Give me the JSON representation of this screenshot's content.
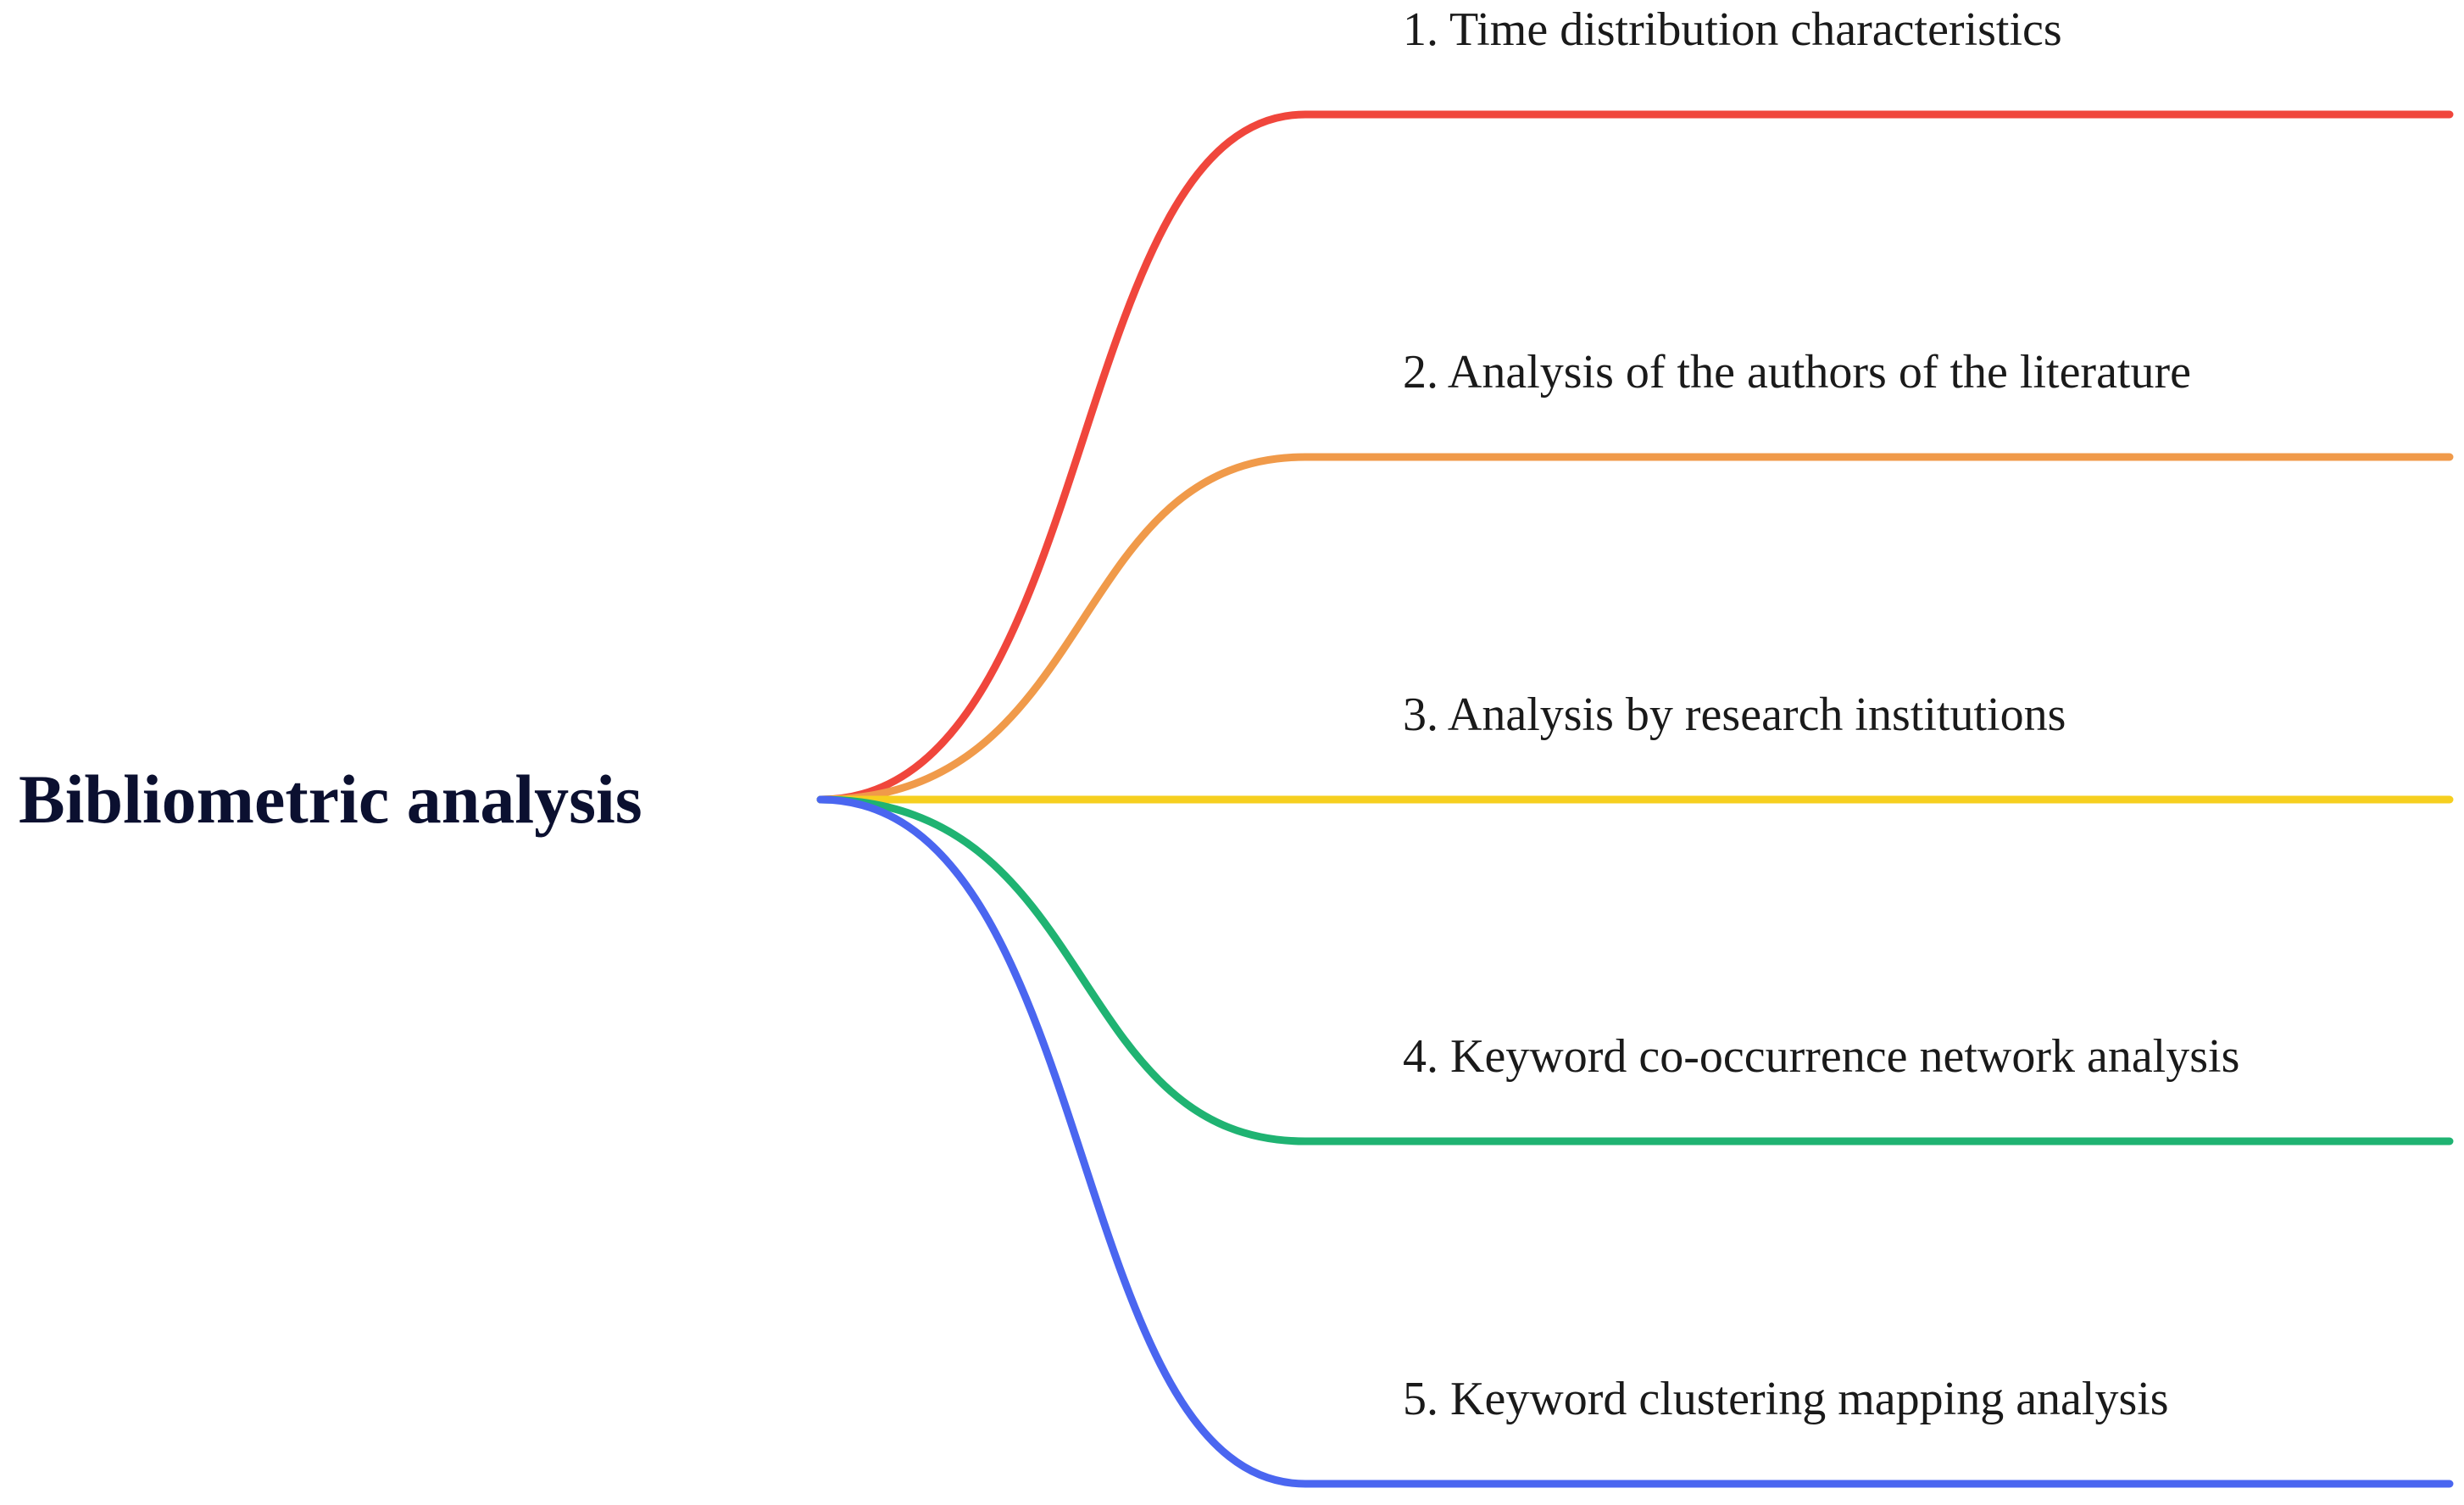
{
  "root": {
    "label": "Bibliometric analysis",
    "color": "#0b1030"
  },
  "branches": [
    {
      "label": "1. Time distribution characteristics",
      "color": "#f0463c"
    },
    {
      "label": "2. Analysis of the authors of the literature",
      "color": "#f09a4a"
    },
    {
      "label": "3. Analysis by research institutions",
      "color": "#f6cf1f"
    },
    {
      "label": "4. Keyword co-occurrence network analysis",
      "color": "#1fb372"
    },
    {
      "label": "5. Keyword clustering mapping analysis",
      "color": "#4a66f0"
    }
  ],
  "text_color": "#1a1a1a"
}
